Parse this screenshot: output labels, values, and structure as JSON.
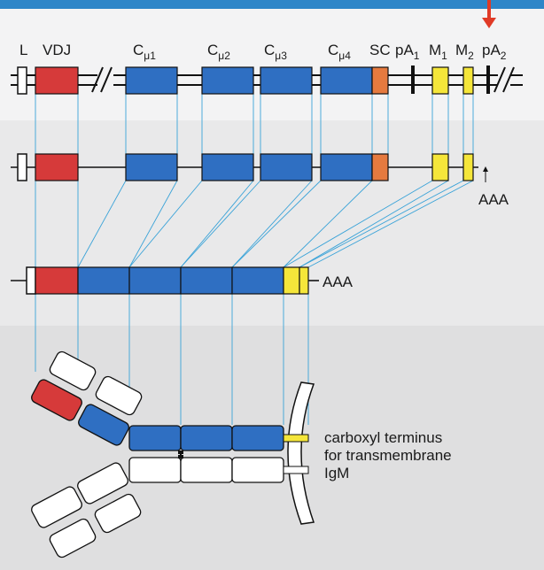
{
  "colors": {
    "header_bar": "#2e86c8",
    "band_top": "#f3f3f4",
    "band_middle": "#e9e9ea",
    "band_bottom": "#dfdfe0",
    "vdj": "#d63a3a",
    "constant": "#2f6fc2",
    "secreted_tail": "#e57a3f",
    "membrane_exon": "#f5e63a",
    "connector": "#3aa3d8",
    "arrow": "#e03a26"
  },
  "gene_labels": {
    "leader": "L",
    "vdj": "VDJ",
    "c": "C",
    "c_mu1_sub": "μ1",
    "c_mu2_sub": "μ2",
    "c_mu3_sub": "μ3",
    "c_mu4_sub": "μ4",
    "sc": "SC",
    "pa": "pA",
    "pa1_sub": "1",
    "pa2_sub": "2",
    "m": "M",
    "m1_sub": "1",
    "m2_sub": "2"
  },
  "transcript": {
    "poly_a": "AAA"
  },
  "mrna": {
    "poly_a": "AAA"
  },
  "protein": {
    "caption_line1": "carboxyl terminus",
    "caption_line2": "for transmembrane",
    "caption_line3": "IgM"
  }
}
